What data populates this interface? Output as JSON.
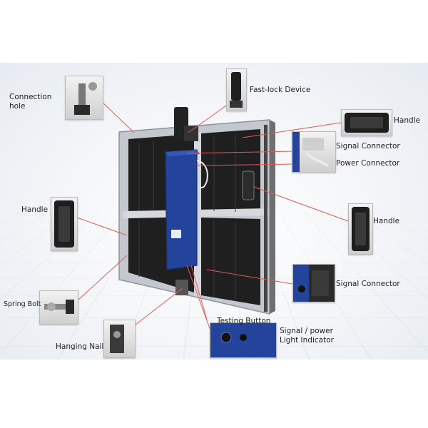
{
  "labels": {
    "connection_hole": "Connection\nhole",
    "fast_lock": "Fast-lock Device",
    "handle_top_right": "Handle",
    "signal_connector_top": "Signal Connector",
    "power_connector": "Power Connector",
    "handle_left": "Handle",
    "handle_right": "Handle",
    "signal_connector_bottom": "Signal Connector",
    "spring_bolt": "Spring Bolt",
    "testing_button": "Testing Button",
    "signal_power_indicator": "Signal / power\nLight Indicator",
    "hanging_nail": "Hanging Nail"
  },
  "colors": {
    "leader_line": "#e05a5a",
    "cabinet_frame": "#b9bec4",
    "cabinet_panel": "#1c1c1c",
    "control_box": "#24439a"
  }
}
